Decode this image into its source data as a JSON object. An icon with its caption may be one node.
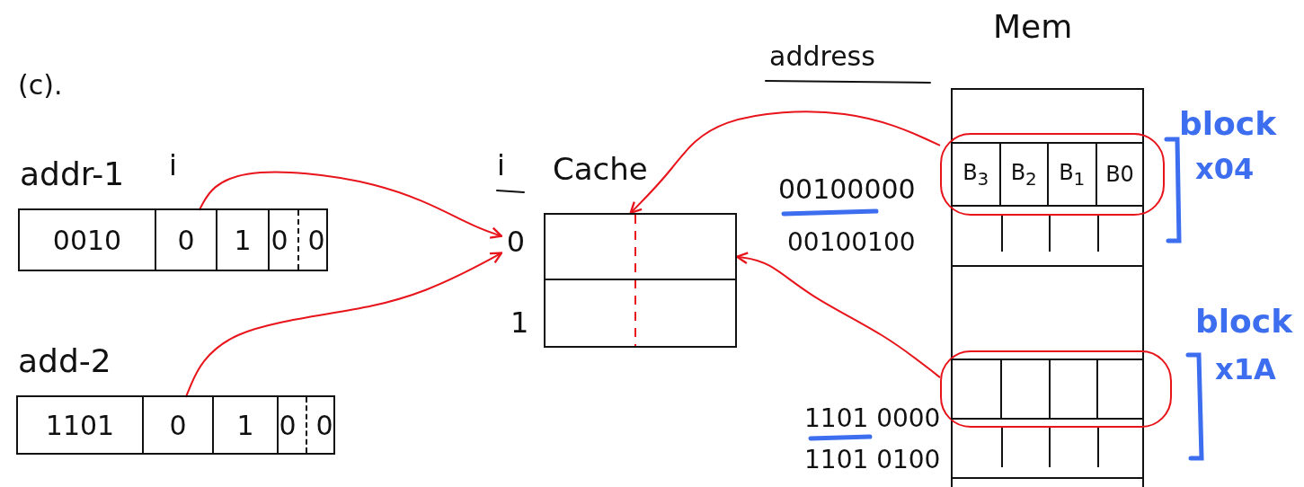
{
  "diagram": {
    "nodes": [
      {
        "text": [
          "addr-1"
        ]
      },
      {
        "text": [
          "0010"
        ],
        "in": 0
      },
      {
        "text": [
          "0"
        ],
        "in": 0
      },
      {
        "text": [
          "1"
        ],
        "in": 0
      },
      {
        "text": [
          "0",
          "0"
        ],
        "in": 0
      },
      {
        "text": [
          "add-2"
        ]
      },
      {
        "text": [
          "1101"
        ],
        "in": 5
      },
      {
        "text": [
          "0"
        ],
        "in": 5
      },
      {
        "text": [
          "1"
        ],
        "in": 5
      },
      {
        "text": [
          "0",
          "0"
        ],
        "in": 5
      },
      {
        "text": [
          "0"
        ]
      },
      {
        "text": [
          "Cache"
        ]
      },
      {
        "text": [],
        "shape": "box",
        "in": 11
      },
      {
        "text": [],
        "shape": "box",
        "in": 11
      },
      {
        "text": [
          "Mem"
        ]
      },
      {
        "text": [],
        "shape": "box"
      },
      {
        "text": [],
        "shape": "box",
        "in": 15
      },
      {
        "text": [
          "B$_{3}$"
        ],
        "in": 16
      },
      {
        "text": [
          "B$_{2}$"
        ],
        "in": 16
      },
      {
        "text": [
          "B$_{1}$"
        ],
        "in": 16
      },
      {
        "text": [
          "B0"
        ],
        "in": 16
      },
      {
        "text": [],
        "shape": "box"
      },
      {
        "text": [],
        "shape": "box",
        "in": 21
      }
    ],
    "edges": [
      {
        "from": 2,
        "to": 10,
        "arrow": "to"
      },
      {
        "from": 7,
        "to": 10,
        "arrow": "to"
      },
      {
        "from": 15,
        "to": 12,
        "arrow": "to"
      },
      {
        "from": 21,
        "to": 12,
        "arrow": "to"
      }
    ],
    "labels": [
      "address",
      "(c).",
      "i",
      "i",
      "00100000",
      "block",
      "x04",
      "00100100",
      "1",
      "block",
      "x1A",
      "1101 0000",
      "1101 0100"
    ]
  }
}
